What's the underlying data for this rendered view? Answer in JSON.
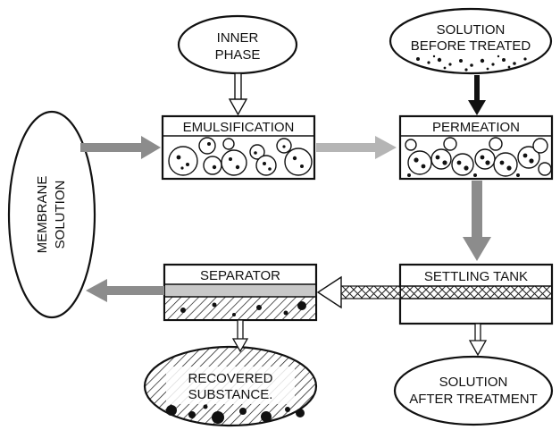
{
  "nodes": {
    "inner_phase": {
      "line1": "INNER",
      "line2": "PHASE"
    },
    "solution_before": {
      "line1": "SOLUTION",
      "line2": "BEFORE TREATED"
    },
    "emulsification": {
      "label": "EMULSIFICATION"
    },
    "permeation": {
      "label": "PERMEATION"
    },
    "membrane_solution": {
      "line1": "MEMBRANE",
      "line2": "SOLUTION"
    },
    "separator": {
      "label": "SEPARATOR"
    },
    "settling_tank": {
      "label": "SETTLING TANK"
    },
    "recovered": {
      "line1": "RECOVERED",
      "line2": "SUBSTANCE."
    },
    "solution_after": {
      "line1": "SOLUTION",
      "line2": "AFTER TREATMENT"
    }
  },
  "colors": {
    "ink": "#111111",
    "grey_arrow": "#8c8c8c",
    "light_grey_arrow": "#b5b5b5"
  }
}
